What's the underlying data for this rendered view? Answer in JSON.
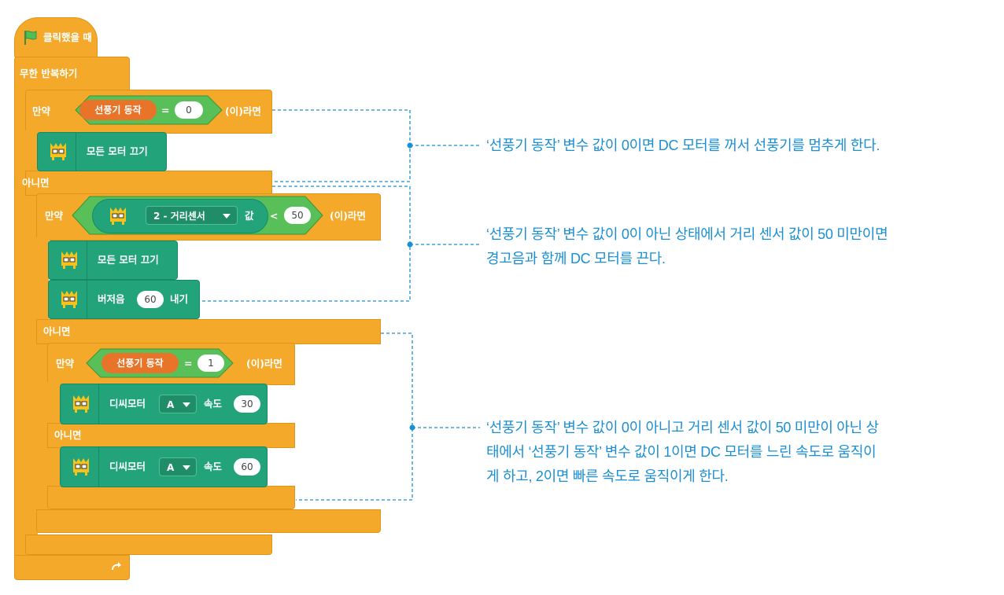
{
  "blocks": {
    "when_clicked": "클릭했을 때",
    "forever": "무한 반복하기",
    "if": "만약",
    "then": "(이)라면",
    "else": "아니면",
    "var_fan": "선풍기 동작",
    "val_0": "0",
    "val_1": "1",
    "val_50": "50",
    "val_60": "60",
    "val_30": "30",
    "eq": "=",
    "lt": "<",
    "all_motors_off": "모든 모터 끄기",
    "distance_sensor_dropdown": "2 - 거리센서",
    "value": "값",
    "buzzer": "버저음",
    "buzzer_end": "내기",
    "dc_motor": "디씨모터",
    "motor_a": "A",
    "speed": "속도"
  },
  "annotations": {
    "note1": "‘선풍기 동작’ 변수 값이 0이면 DC 모터를 꺼서 선풍기를 멈추게 한다.",
    "note2_line1": "‘선풍기 동작’ 변수 값이 0이 아닌 상태에서 거리 센서 값이 50 미만이면",
    "note2_line2": "경고음과 함께 DC 모터를 끈다.",
    "note3_line1": "‘선풍기 동작’ 변수 값이 0이 아니고 거리 센서 값이 50 미만이 아닌 상",
    "note3_line2": "태에서 ‘선풍기 동작’ 변수 값이 1이면  DC 모터를 느린 속도로 움직이",
    "note3_line3": "게 하고, 2이면 빠른 속도로 움직이게 한다."
  },
  "colors": {
    "control": "#f4a92a",
    "variable": "#e8742a",
    "operator": "#59c059",
    "robot": "#23a37a",
    "annotation": "#1b8fd3",
    "flag": "#4cbf56"
  },
  "icons": [
    "green-flag-icon",
    "robot-icon",
    "dropdown-arrow-icon",
    "loop-arrow-icon"
  ]
}
